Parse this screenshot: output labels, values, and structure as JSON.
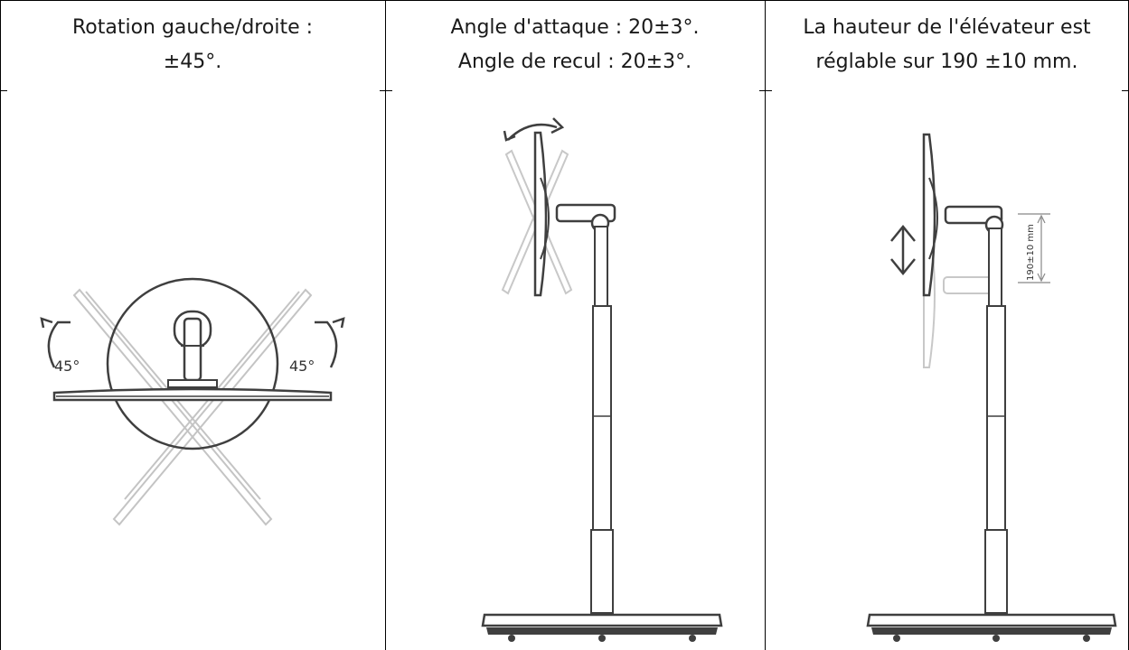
{
  "columns": [
    {
      "lines": [
        "Rotation gauche/droite :",
        "±45°."
      ],
      "diagram": {
        "left_angle_label": "45°",
        "right_angle_label": "45°"
      }
    },
    {
      "lines": [
        "Angle d'attaque : 20±3°.",
        "Angle de recul : 20±3°."
      ]
    },
    {
      "lines": [
        "La hauteur de l'élévateur est",
        "réglable sur 190 ±10 mm."
      ],
      "diagram": {
        "dimension_label": "190±10 mm"
      }
    }
  ],
  "colors": {
    "line": "#4a4a4a",
    "ghost": "#bdbdbd",
    "border": "#000000"
  }
}
